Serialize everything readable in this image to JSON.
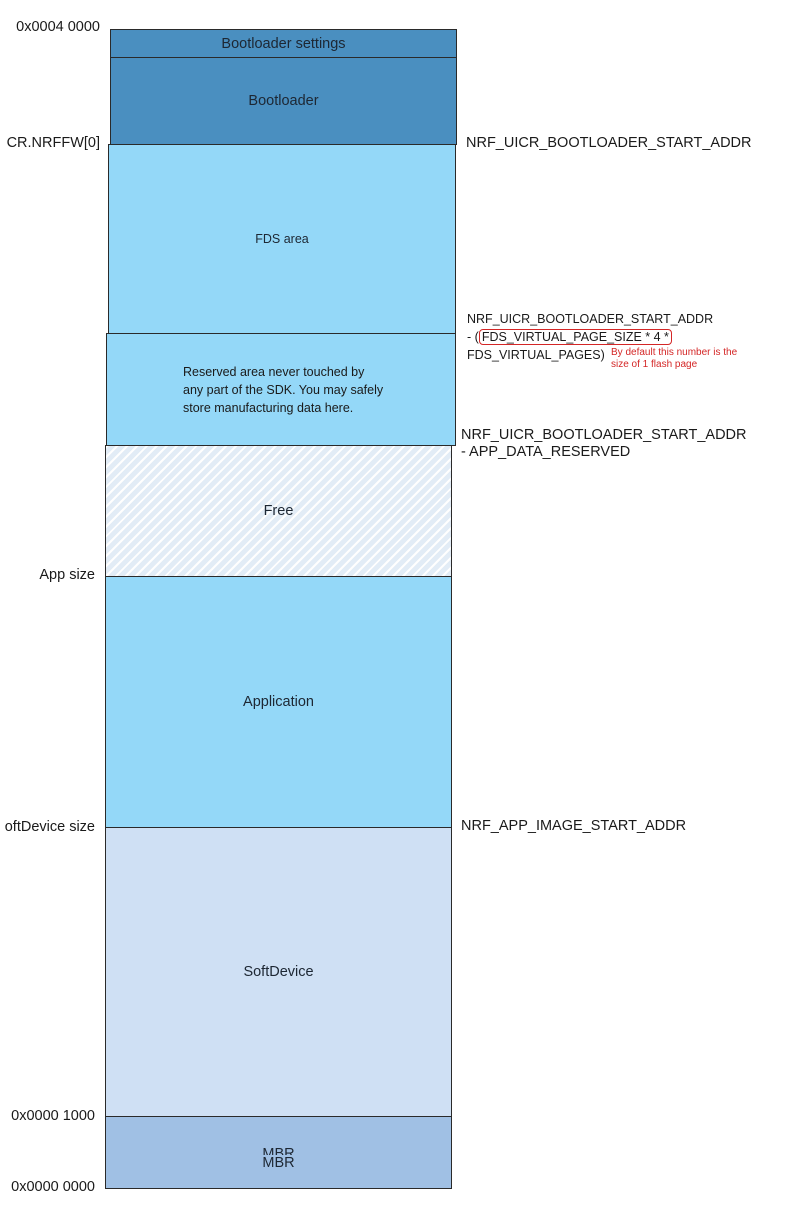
{
  "blocks": {
    "bootloader_settings": {
      "label": "Bootloader settings",
      "color": "#4a8fc0"
    },
    "bootloader": {
      "label": "Bootloader",
      "color": "#4a8fc0"
    },
    "fds_area": {
      "label": "FDS area",
      "color": "#94d8f8"
    },
    "reserved": {
      "line1": "Reserved area never touched by",
      "line2": "any part of the SDK. You may safely",
      "line3": "store manufacturing data here.",
      "color": "#94d8f8"
    },
    "free": {
      "label": "Free",
      "color": "#e2ecf6"
    },
    "application": {
      "label": "Application",
      "color": "#94d8f8"
    },
    "softdevice": {
      "label": "SoftDevice",
      "color": "#cfe0f4"
    },
    "mbr": {
      "label_ghost": "MBR",
      "label": "MBR",
      "color": "#a0c0e4"
    }
  },
  "left_labels": {
    "top_address": "0x0004 0000",
    "uicr": "CR.NRFFW[0]",
    "app_size": "App size",
    "softdevice_size": "oftDevice size",
    "mbr_address": "0x0000 1000",
    "bottom_address": "0x0000 0000"
  },
  "right_labels": {
    "bootloader_start": "NRF_UICR_BOOTLOADER_START_ADDR",
    "fds_start_line1": "NRF_UICR_BOOTLOADER_START_ADDR",
    "fds_start_line2_prefix": "- (",
    "fds_start_line2_boxed": "FDS_VIRTUAL_PAGE_SIZE * 4 *",
    "fds_start_line3": "FDS_VIRTUAL_PAGES)",
    "fds_note_line1": "By default this number is the",
    "fds_note_line2": "size of 1 flash page",
    "reserved_start_line1": "NRF_UICR_BOOTLOADER_START_ADDR",
    "reserved_start_line2": "- APP_DATA_RESERVED",
    "app_start": "NRF_APP_IMAGE_START_ADDR"
  }
}
